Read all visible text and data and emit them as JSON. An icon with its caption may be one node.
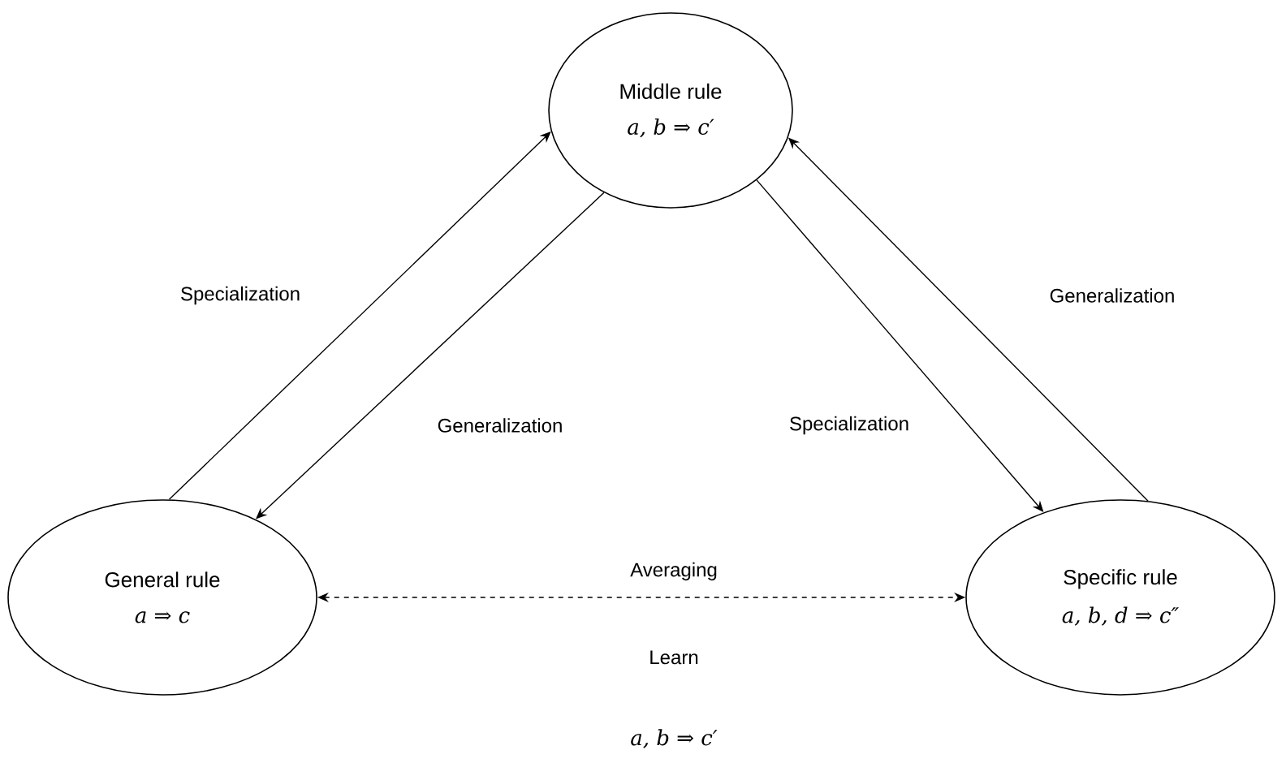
{
  "diagram": {
    "nodes": [
      {
        "text": [
          "Middle rule",
          "a, b ⇒ c′"
        ]
      },
      {
        "text": [
          "General rule",
          "a ⇒ c"
        ]
      },
      {
        "text": [
          "Specific rule",
          "a, b, d ⇒ c″"
        ]
      }
    ],
    "edges": [
      {
        "from": 1,
        "to": 0,
        "arrow": "to",
        "label": "Specialization"
      },
      {
        "from": 0,
        "to": 1,
        "arrow": "to",
        "label": "Generalization"
      },
      {
        "from": 0,
        "to": 2,
        "arrow": "to",
        "label": "Specialization"
      },
      {
        "from": 2,
        "to": 0,
        "arrow": "to",
        "label": "Generalization"
      },
      {
        "from": 1,
        "to": 2,
        "arrow": "both",
        "label": "Averaging",
        "style": "dashed"
      }
    ],
    "labels": [
      "Learn",
      "a, b ⇒ c′"
    ]
  }
}
